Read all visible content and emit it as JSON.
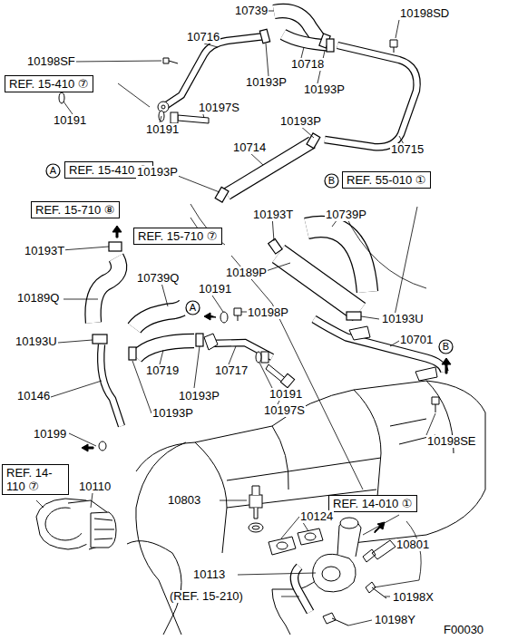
{
  "diagram": {
    "nodes": [
      {
        "text": [
          "REF. 15-410 ⑦"
        ]
      },
      {
        "text": [
          "A"
        ]
      },
      {
        "text": [
          "REF. 15-410 ⑧"
        ]
      },
      {
        "text": [
          "B"
        ]
      },
      {
        "text": [
          "REF. 55-010 ①"
        ]
      },
      {
        "text": [
          "REF. 15-710 ⑧"
        ]
      },
      {
        "text": [
          "REF. 15-710 ⑦"
        ]
      },
      {
        "text": [
          "A"
        ]
      },
      {
        "text": [
          "B"
        ]
      },
      {
        "text": [
          "REF. 14-110 ⑦"
        ]
      },
      {
        "text": [
          "REF. 14-010 ①"
        ]
      }
    ],
    "labels": [
      "10739",
      "10198SD",
      "10716",
      "10198SF",
      "10718",
      "10193P",
      "10193P",
      "10197S",
      "10191",
      "10191",
      "10193P",
      "10714",
      "10715",
      "10193P",
      "10193T",
      "10739P",
      "10193T",
      "10189Q",
      "10739Q",
      "10191",
      "10189P",
      "10198P",
      "10193U",
      "10193U",
      "10701",
      "10719",
      "10717",
      "10193P",
      "10191",
      "10197S",
      "10146",
      "10193P",
      "10199",
      "10198SE",
      "10110",
      "10803",
      "10124",
      "10801",
      "10113",
      "10198X",
      "10198Y",
      "(REF. 15-210)",
      "F00030"
    ]
  }
}
